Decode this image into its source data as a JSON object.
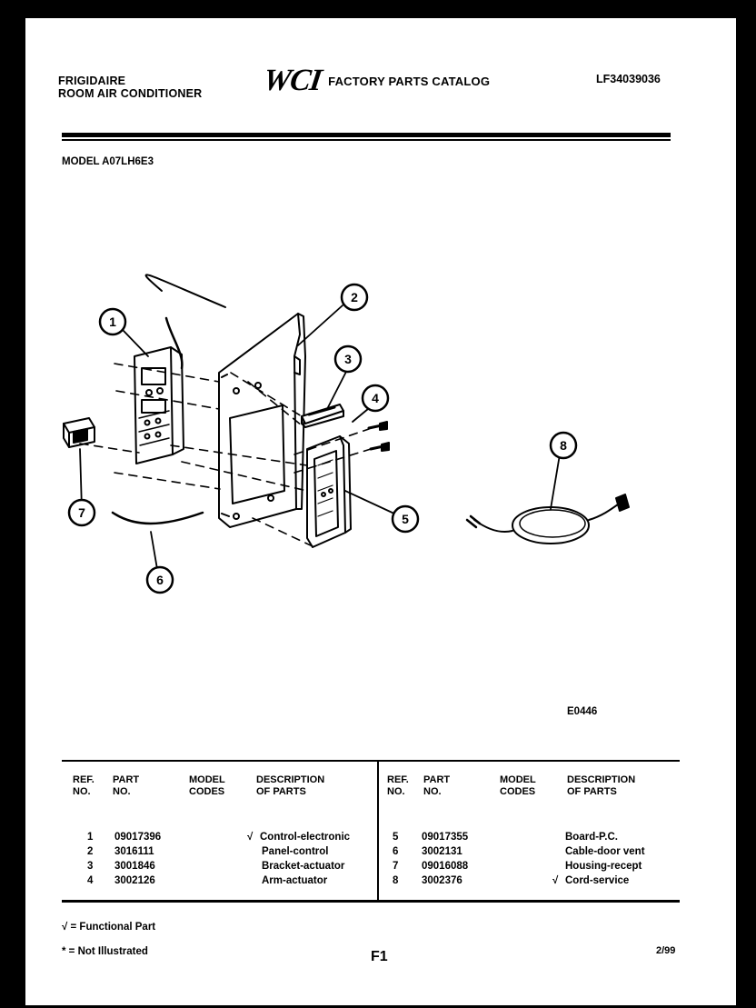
{
  "header": {
    "brand": "FRIGIDAIRE",
    "product": "ROOM AIR CONDITIONER",
    "logo": "WCI",
    "catalog_title": "FACTORY PARTS CATALOG",
    "catalog_number": "LF34039036"
  },
  "model_line": "MODEL A07LH6E3",
  "diagram": {
    "code": "E0446",
    "callouts": [
      "1",
      "2",
      "3",
      "4",
      "5",
      "6",
      "7",
      "8"
    ]
  },
  "table": {
    "headers": {
      "ref": [
        "REF.",
        "NO."
      ],
      "part": [
        "PART",
        "NO."
      ],
      "model": [
        "MODEL",
        "CODES"
      ],
      "desc": [
        "DESCRIPTION",
        "OF PARTS"
      ]
    },
    "left_rows": [
      {
        "ref": "1",
        "part": "09017396",
        "check": "√",
        "desc": "Control-electronic"
      },
      {
        "ref": "2",
        "part": "3016111",
        "check": "",
        "desc": "Panel-control"
      },
      {
        "ref": "3",
        "part": "3001846",
        "check": "",
        "desc": "Bracket-actuator"
      },
      {
        "ref": "4",
        "part": "3002126",
        "check": "",
        "desc": "Arm-actuator"
      }
    ],
    "right_rows": [
      {
        "ref": "5",
        "part": "09017355",
        "check": "",
        "desc": "Board-P.C."
      },
      {
        "ref": "6",
        "part": "3002131",
        "check": "",
        "desc": "Cable-door vent"
      },
      {
        "ref": "7",
        "part": "09016088",
        "check": "",
        "desc": "Housing-recept"
      },
      {
        "ref": "8",
        "part": "3002376",
        "check": "√",
        "desc": "Cord-service"
      }
    ]
  },
  "footer": {
    "functional_note": "√ = Functional Part",
    "not_illustrated_note": "* = Not Illustrated",
    "page": "F1",
    "date": "2/99"
  }
}
